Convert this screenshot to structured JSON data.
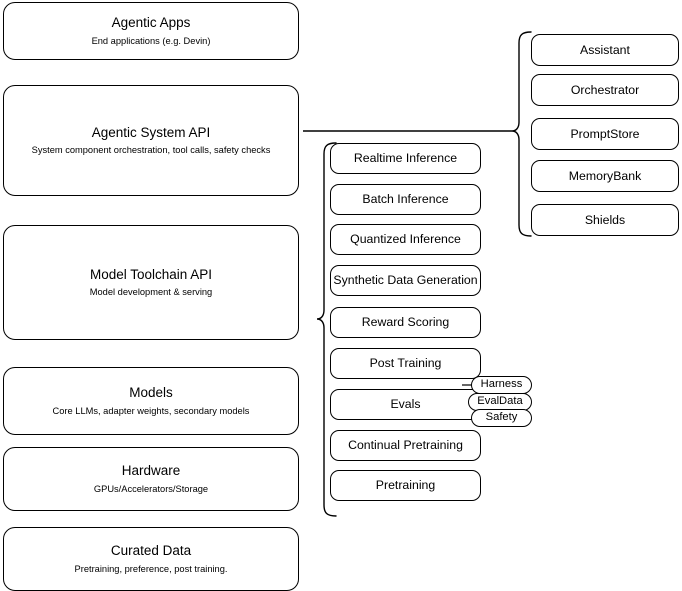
{
  "diagram": {
    "title": "Agentic stack layers diagram",
    "stroke_color": "#000000",
    "background_color": "#ffffff"
  },
  "layers": [
    {
      "name": "agentic-apps",
      "title": "Agentic Apps",
      "subtitle": "End applications (e.g. Devin)"
    },
    {
      "name": "agentic-system-api",
      "title": "Agentic System API",
      "subtitle": "System component orchestration, tool calls, safety checks"
    },
    {
      "name": "model-toolchain-api",
      "title": "Model Toolchain API",
      "subtitle": "Model development & serving"
    },
    {
      "name": "models",
      "title": "Models",
      "subtitle": "Core LLMs, adapter weights, secondary models"
    },
    {
      "name": "hardware",
      "title": "Hardware",
      "subtitle": "GPUs/Accelerators/Storage"
    },
    {
      "name": "curated-data",
      "title": "Curated Data",
      "subtitle": "Pretraining, preference, post training."
    }
  ],
  "toolchain_components": [
    {
      "name": "realtime-inference",
      "label": "Realtime Inference"
    },
    {
      "name": "batch-inference",
      "label": "Batch Inference"
    },
    {
      "name": "quantized-inference",
      "label": "Quantized Inference"
    },
    {
      "name": "synthetic-data-generation",
      "label": "Synthetic Data Generation"
    },
    {
      "name": "reward-scoring",
      "label": "Reward Scoring"
    },
    {
      "name": "post-training",
      "label": "Post Training"
    },
    {
      "name": "evals",
      "label": "Evals"
    },
    {
      "name": "continual-pretraining",
      "label": "Continual Pretraining"
    },
    {
      "name": "pretraining",
      "label": "Pretraining"
    }
  ],
  "evals_subcomponents": [
    {
      "name": "harness",
      "label": "Harness"
    },
    {
      "name": "evaldata",
      "label": "EvalData"
    },
    {
      "name": "safety",
      "label": "Safety"
    }
  ],
  "system_components": [
    {
      "name": "assistant",
      "label": "Assistant"
    },
    {
      "name": "orchestrator",
      "label": "Orchestrator"
    },
    {
      "name": "promptstore",
      "label": "PromptStore"
    },
    {
      "name": "memorybank",
      "label": "MemoryBank"
    },
    {
      "name": "shields",
      "label": "Shields"
    }
  ]
}
